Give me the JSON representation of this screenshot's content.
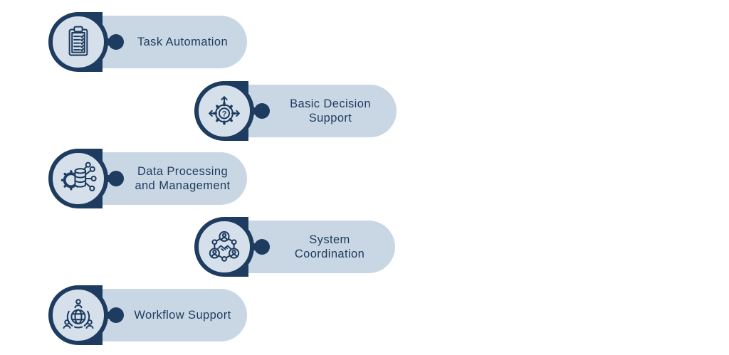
{
  "theme": {
    "background": "#ffffff",
    "navy": "#1e3c5f",
    "pill": "#c9d7e5",
    "circle-fill": "#d5e0eb",
    "text": "#1e3c5f"
  },
  "items": [
    {
      "label": "Task Automation",
      "icon": "clipboard-checklist"
    },
    {
      "label": "Basic Decision\nSupport",
      "icon": "gear-question"
    },
    {
      "label": "Data Processing\nand Management",
      "icon": "gear-database-network"
    },
    {
      "label": "System\nCoordination",
      "icon": "handshake-network"
    },
    {
      "label": "Workflow Support",
      "icon": "globe-people"
    }
  ]
}
